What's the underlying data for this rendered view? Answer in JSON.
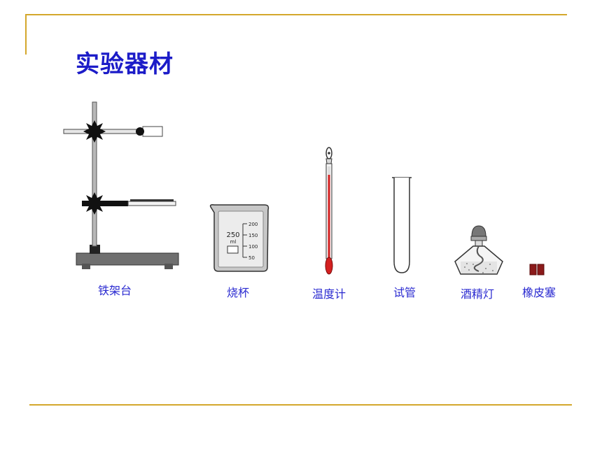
{
  "title": "实验器材",
  "equipment": [
    {
      "label": "铁架台"
    },
    {
      "label": "烧杯"
    },
    {
      "label": "温度计"
    },
    {
      "label": "试管"
    },
    {
      "label": "酒精灯"
    },
    {
      "label": "橡皮塞"
    }
  ],
  "beaker": {
    "capacity": "250",
    "unit": "ml",
    "scale": [
      "200",
      "150",
      "100",
      "50"
    ]
  },
  "colors": {
    "title": "#1c1cc8",
    "label": "#2a2ad0",
    "rule": "#d4a72c",
    "stopper": "#8b1a1a",
    "thermometer_liquid": "#d42020"
  }
}
